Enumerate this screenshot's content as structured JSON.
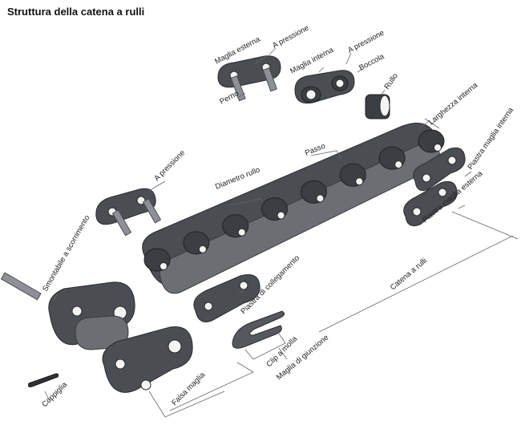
{
  "title": "Struttura della catena a rulli",
  "labels": {
    "maglia_esterna": "Maglia esterna",
    "a_pressione_1": "A pressione",
    "maglia_interna": "Maglia interna",
    "a_pressione_2": "A pressione",
    "boccola": "Boccola",
    "perno": "Perno",
    "rullo": "Rullo",
    "larghezza_interna": "Larghezza interna",
    "passo": "Passo",
    "a_pressione_3": "A pressione",
    "diametro_rullo": "Diametro rullo",
    "piastra_maglia_interna": "Piastra maglia interna",
    "piastra_maglia_esterna": "Piastra maglia esterna",
    "smontabile_a_scorrimento": "Smontabile a scorrimento",
    "piastra_di_collegamento": "Piastra di collegamento",
    "catena_a_rulli": "Catena a rulli",
    "clip_a_molla": "Clip a molla",
    "maglia_di_giunzione": "Maglia di giunzione",
    "falsa_maglia": "Falsa maglia",
    "coppiglia": "Coppiglia"
  }
}
